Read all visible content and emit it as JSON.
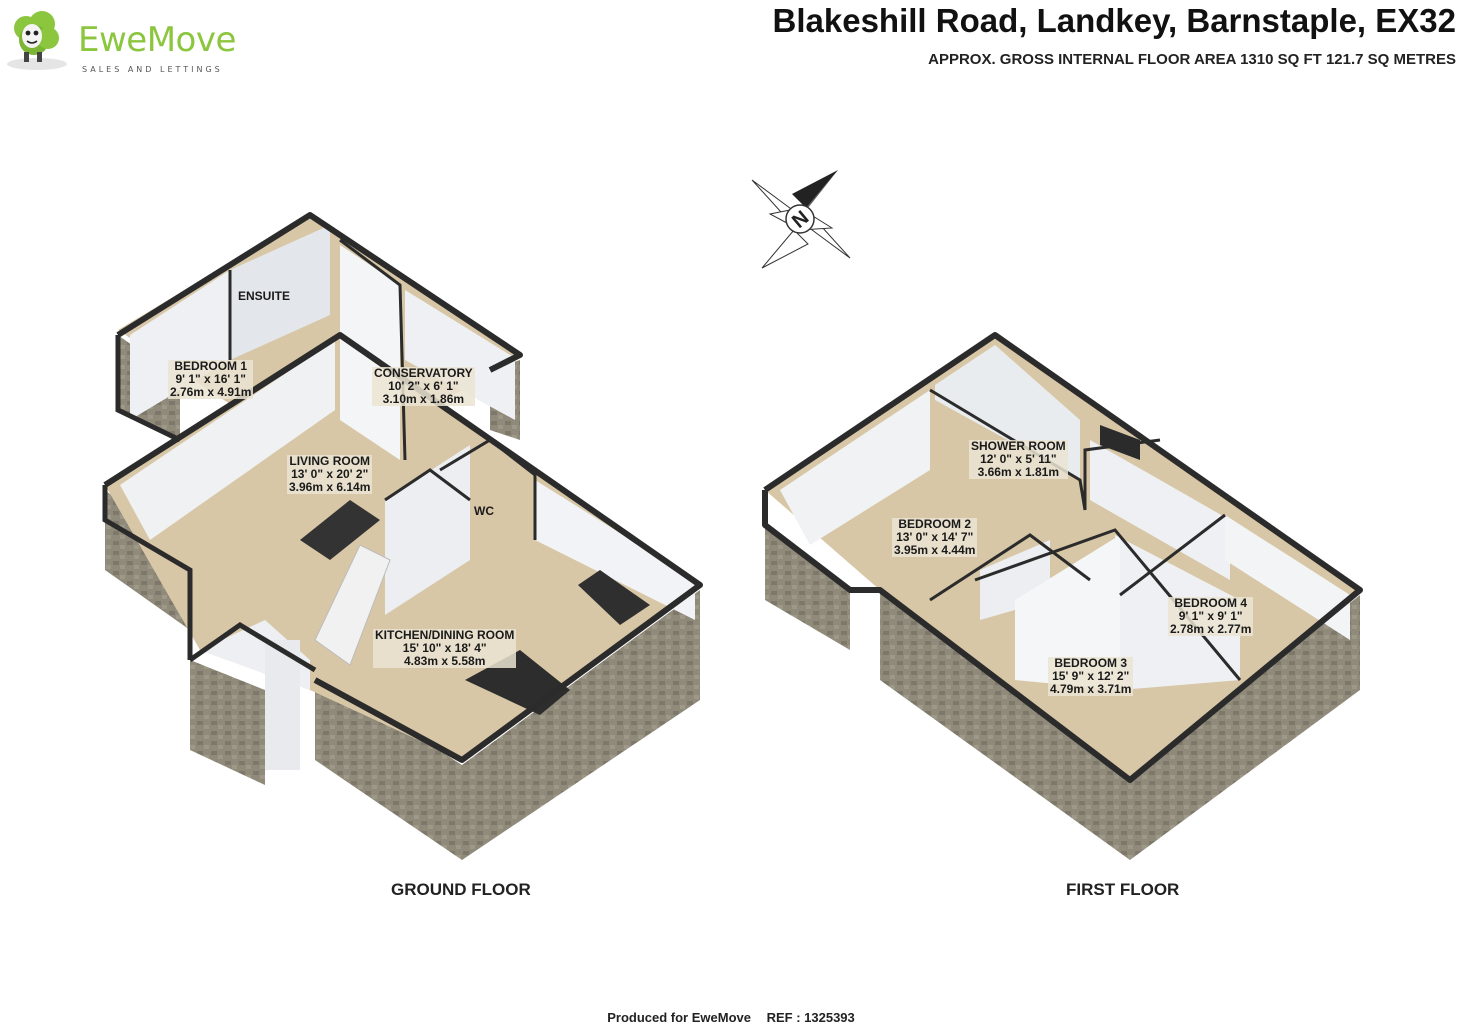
{
  "brand": {
    "name": "EweMove",
    "tagline": "SALES AND LETTINGS"
  },
  "header": {
    "address": "Blakeshill Road, Landkey, Barnstaple, EX32",
    "area": "APPROX. GROSS INTERNAL FLOOR AREA 1310 SQ FT 121.7 SQ METRES"
  },
  "compass": {
    "label": "N"
  },
  "ground_floor": {
    "label": "GROUND FLOOR",
    "rooms": [
      {
        "name": "ENSUITE",
        "imperial": "",
        "metric": ""
      },
      {
        "name": "BEDROOM 1",
        "imperial": "9' 1\" x 16' 1\"",
        "metric": "2.76m x 4.91m"
      },
      {
        "name": "CONSERVATORY",
        "imperial": "10' 2\" x 6' 1\"",
        "metric": "3.10m x 1.86m"
      },
      {
        "name": "LIVING ROOM",
        "imperial": "13' 0\" x 20' 2\"",
        "metric": "3.96m x 6.14m"
      },
      {
        "name": "WC",
        "imperial": "",
        "metric": ""
      },
      {
        "name": "KITCHEN/DINING ROOM",
        "imperial": "15' 10\" x 18' 4\"",
        "metric": "4.83m x 5.58m"
      }
    ]
  },
  "first_floor": {
    "label": "FIRST FLOOR",
    "rooms": [
      {
        "name": "SHOWER ROOM",
        "imperial": "12' 0\" x 5' 11\"",
        "metric": "3.66m x 1.81m"
      },
      {
        "name": "BEDROOM 2",
        "imperial": "13' 0\" x 14' 7\"",
        "metric": "3.95m x 4.44m"
      },
      {
        "name": "BEDROOM 4",
        "imperial": "9' 1\" x 9' 1\"",
        "metric": "2.78m x 2.77m"
      },
      {
        "name": "BEDROOM 3",
        "imperial": "15' 9\" x 12' 2\"",
        "metric": "4.79m x 3.71m"
      }
    ]
  },
  "footer": {
    "produced": "Produced for EweMove",
    "ref": "REF : 1325393"
  },
  "colors": {
    "floor": "#d8c7a6",
    "wall": "#f2f2f4",
    "wall_top": "#2b2b2b",
    "exterior": "#8c8778",
    "brand": "#8cc63f"
  }
}
